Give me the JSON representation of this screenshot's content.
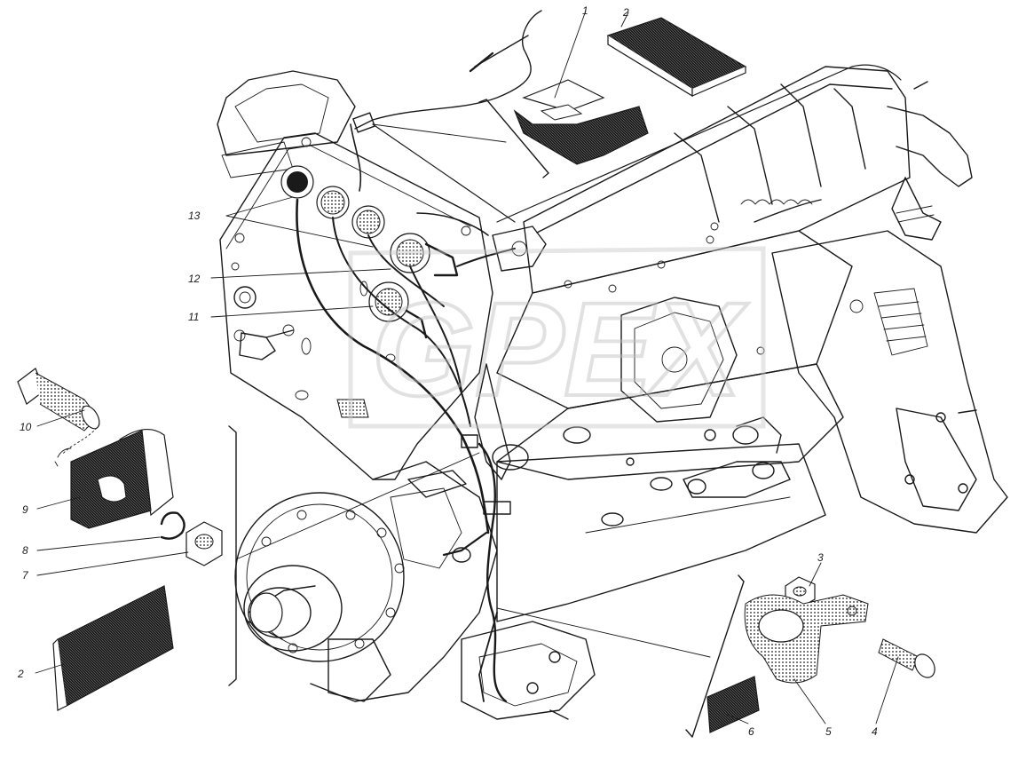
{
  "diagram": {
    "callouts": [
      {
        "id": "1",
        "label": "1"
      },
      {
        "id": "2-top",
        "label": "2"
      },
      {
        "id": "2-left",
        "label": "2"
      },
      {
        "id": "3",
        "label": "3"
      },
      {
        "id": "4",
        "label": "4"
      },
      {
        "id": "5",
        "label": "5"
      },
      {
        "id": "6",
        "label": "6"
      },
      {
        "id": "7",
        "label": "7"
      },
      {
        "id": "8",
        "label": "8"
      },
      {
        "id": "9",
        "label": "9"
      },
      {
        "id": "10",
        "label": "10"
      },
      {
        "id": "11",
        "label": "11"
      },
      {
        "id": "12",
        "label": "12"
      },
      {
        "id": "13",
        "label": "13"
      }
    ],
    "watermark": "GPEX",
    "colors": {
      "ink": "#1a1a1a",
      "paper": "#ffffff",
      "watermark": "#c8c8c8"
    }
  }
}
